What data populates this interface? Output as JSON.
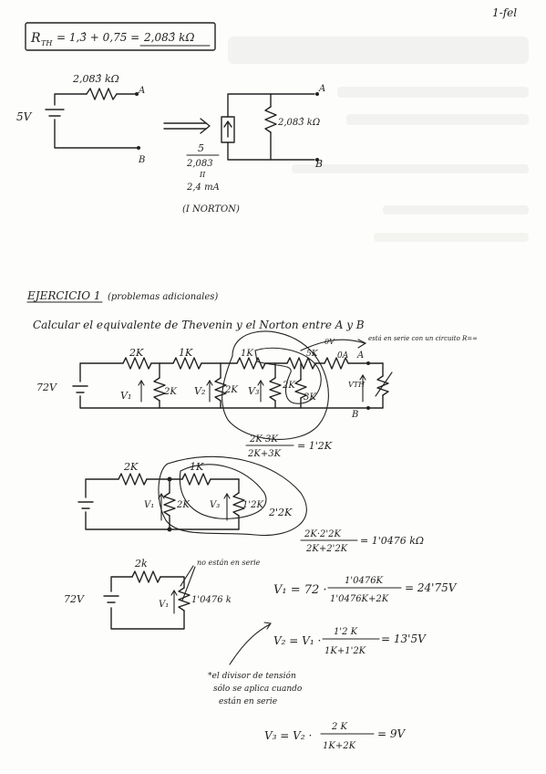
{
  "page_number": "1-fel",
  "thevenin_box": {
    "lhs": "R",
    "sub": "TH",
    "expr": "= 1,3̂ + 0,75 =",
    "result": "2,083̂ kΩ"
  },
  "circuit_top": {
    "resistor": "2,083̂ kΩ",
    "source": "5V",
    "term_a": "A",
    "term_b": "B",
    "nr_resistor": "2,083̂ kΩ",
    "nr_a": "A",
    "nr_b": "B",
    "calc_num": "5",
    "calc_den": "2,083",
    "calc_eq": "II",
    "calc_result": "2,4 mA",
    "calc_label": "(I NORTON)"
  },
  "exercise": {
    "title": "EJERCICIO 1",
    "subtitle": "(problemas adicionales)",
    "statement": "Calcular el equivalente de Thevenin y el Norton entre A y B"
  },
  "circuit1": {
    "source": "72V",
    "r1": "2K",
    "r2": "1K",
    "r3": "1K",
    "r4": "2K",
    "r5": "2K",
    "r6": "3K",
    "r_parallel": "2K",
    "r_series": "5K",
    "v1": "V₁",
    "v2": "V₂",
    "v3": "V₃",
    "vth": "VTH",
    "zero_v": "0V",
    "i_zero": "0A",
    "term_a": "A",
    "term_b": "B",
    "note": "está en serie con un circuito R=∞"
  },
  "calc1": {
    "num": "2K·3K",
    "den": "2K+3K",
    "result": "= 1'2K"
  },
  "circuit2": {
    "r1": "2K",
    "r2": "2K",
    "r3": "1K",
    "r4": "1'2K",
    "label_22": "2'2K",
    "v1": "V₁",
    "v3": "V₃"
  },
  "calc2": {
    "num": "2K·2'2K",
    "den": "2K+2'2K",
    "result": "= 1'0476 kΩ"
  },
  "circuit3": {
    "source": "72V",
    "r1": "2k",
    "r2": "1'0476 k",
    "v1": "V₁",
    "note": "no están en serie"
  },
  "eq1": {
    "lhs": "V₁ = 72 ·",
    "num": "1'0476K",
    "den": "1'0476K+2K",
    "result": "= 24'75V"
  },
  "eq2": {
    "lhs": "V₂ = V₁ ·",
    "num": "1'2 K",
    "den": "1K+1'2K",
    "result": "= 13'5V"
  },
  "note_divider": [
    "*el divisor de tensión",
    "sólo se aplica cuando",
    "están en serie"
  ],
  "eq3": {
    "lhs": "V₃ = V₂ ·",
    "num": "2 K",
    "den": "1K+2K",
    "result": "= 9V"
  }
}
